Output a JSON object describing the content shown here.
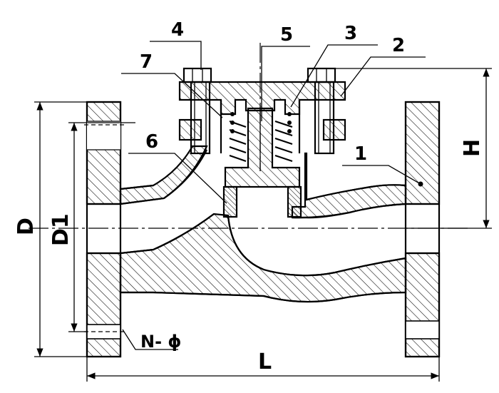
{
  "callouts": {
    "c1": "1",
    "c2": "2",
    "c3": "3",
    "c4": "4",
    "c5": "5",
    "c6": "6",
    "c7": "7"
  },
  "dimensions": {
    "D": "D",
    "D1": "D1",
    "H": "H",
    "L": "L",
    "bolt_holes": "N- ϕ"
  }
}
